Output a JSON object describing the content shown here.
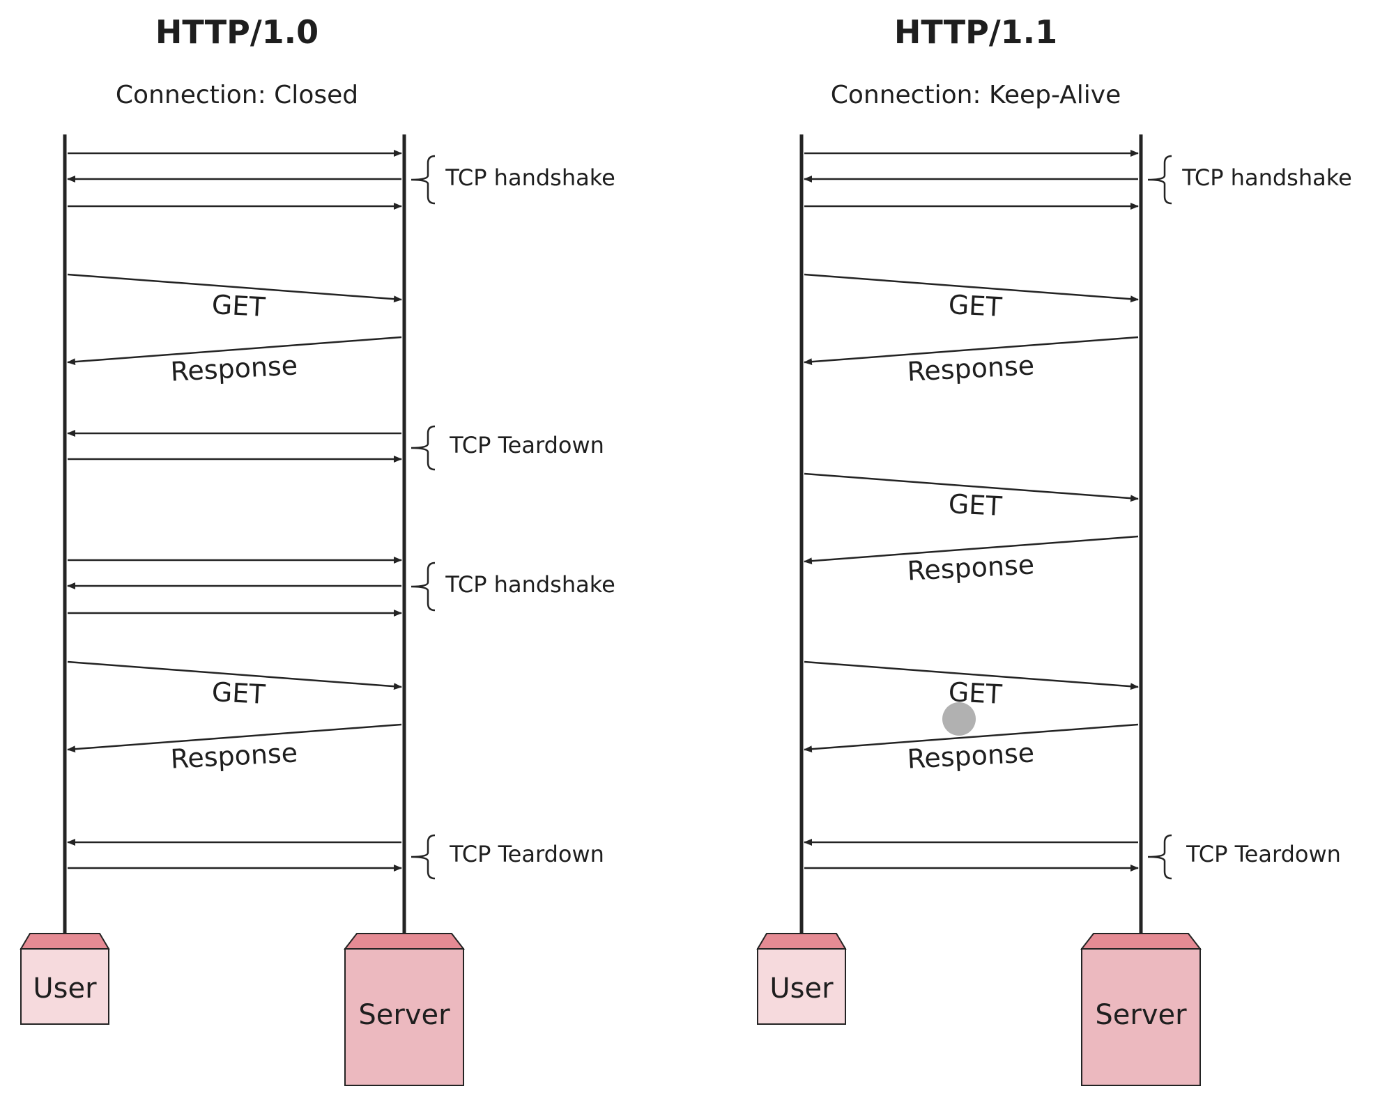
{
  "panels": [
    {
      "id": "http10",
      "title": "HTTP/1.0",
      "subtitle": "Connection: Closed",
      "user_label": "User",
      "server_label": "Server",
      "messages": [
        {
          "type": "handshake",
          "label": "TCP handshake"
        },
        {
          "type": "get",
          "label": "GET"
        },
        {
          "type": "response",
          "label": "Response"
        },
        {
          "type": "teardown",
          "label": "TCP Teardown"
        },
        {
          "type": "handshake",
          "label": "TCP handshake"
        },
        {
          "type": "get",
          "label": "GET"
        },
        {
          "type": "response",
          "label": "Response"
        },
        {
          "type": "teardown",
          "label": "TCP Teardown"
        }
      ]
    },
    {
      "id": "http11",
      "title": "HTTP/1.1",
      "subtitle": "Connection: Keep-Alive",
      "user_label": "User",
      "server_label": "Server",
      "messages": [
        {
          "type": "handshake",
          "label": "TCP handshake"
        },
        {
          "type": "get",
          "label": "GET"
        },
        {
          "type": "response",
          "label": "Response"
        },
        {
          "type": "get",
          "label": "GET"
        },
        {
          "type": "response",
          "label": "Response"
        },
        {
          "type": "get",
          "label": "GET"
        },
        {
          "type": "response",
          "label": "Response"
        },
        {
          "type": "teardown",
          "label": "TCP Teardown"
        }
      ]
    }
  ],
  "colors": {
    "ink": "#232323",
    "box_light": "#f6dadd",
    "box_medium": "#ecb9bf",
    "box_top": "#e58b94",
    "cursor": "#a9a9a9"
  }
}
